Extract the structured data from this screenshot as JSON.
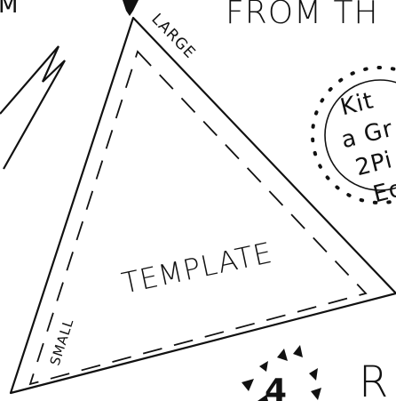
{
  "labels": {
    "header_fragment": "FROM TH",
    "top_left_fragment": "M",
    "large": "LARGE",
    "small": "SMALL",
    "template": "TEMPLATE",
    "bottom_right_fragment": "R",
    "star_number": "4"
  },
  "round_badge": {
    "lines": [
      "Kit",
      "a Gr",
      "2Pi",
      "Eo"
    ]
  },
  "colors": {
    "ink": "#111111",
    "paper": "#ffffff"
  }
}
